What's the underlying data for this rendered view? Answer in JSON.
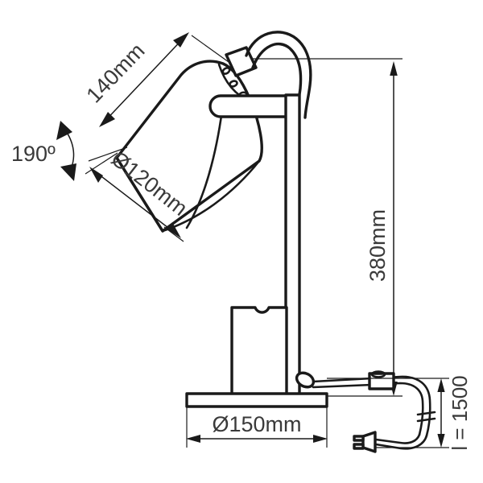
{
  "drawing": {
    "subject": "desk-lamp-technical-drawing",
    "background_color": "#ffffff",
    "line_color": "#1a1a1a",
    "text_color": "#3a3a3a"
  },
  "dimensions": {
    "shade_height": {
      "label": "140mm",
      "name": "shade-slant-height",
      "orientation": "diagonal"
    },
    "shade_diameter": {
      "label": "Ø120mm",
      "name": "shade-opening-diameter",
      "orientation": "diagonal"
    },
    "total_height": {
      "label": "380mm",
      "name": "overall-height",
      "orientation": "vertical"
    },
    "base_diameter": {
      "label": "Ø150mm",
      "name": "base-diameter",
      "orientation": "horizontal"
    },
    "cable_length": {
      "label": "l = 1500",
      "name": "cable-length",
      "orientation": "vertical"
    },
    "tilt_angle": {
      "label": "190º",
      "name": "head-tilt-range",
      "orientation": "arc"
    }
  },
  "parts": {
    "shade": "lamp-shade",
    "head_joint": "pivot-joint",
    "gooseneck": "gooseneck-tube",
    "arm": "horizontal-arm",
    "stem": "vertical-stem",
    "switch_box": "switch-housing",
    "base": "base-plate",
    "cable": "power-cable",
    "inline_switch": "inline-switch",
    "plug": "power-plug"
  }
}
